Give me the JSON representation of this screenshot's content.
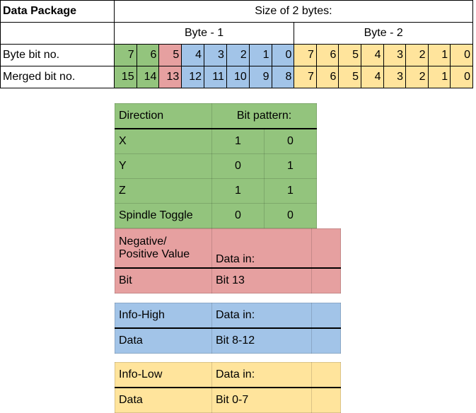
{
  "package_table": {
    "row1": {
      "label": "Data Package",
      "size_label": "Size of 2 bytes:"
    },
    "row2": {
      "byte1": "Byte - 1",
      "byte2": "Byte - 2"
    },
    "row3": {
      "label": "Byte bit no.",
      "byte1_bits": [
        "7",
        "6",
        "5",
        "4",
        "3",
        "2",
        "1",
        "0"
      ],
      "byte2_bits": [
        "7",
        "6",
        "5",
        "4",
        "3",
        "2",
        "1",
        "0"
      ]
    },
    "row4": {
      "label": "Merged bit no.",
      "byte1_bits": [
        "15",
        "14",
        "13",
        "12",
        "11",
        "10",
        "9",
        "8"
      ],
      "byte2_bits": [
        "7",
        "6",
        "5",
        "4",
        "3",
        "2",
        "1",
        "0"
      ]
    },
    "bit_colors": {
      "byte1": [
        "green",
        "green",
        "pink",
        "blue",
        "blue",
        "blue",
        "blue",
        "blue"
      ],
      "byte2": [
        "yellow",
        "yellow",
        "yellow",
        "yellow",
        "yellow",
        "yellow",
        "yellow",
        "yellow"
      ]
    }
  },
  "legend_direction": {
    "color": "#93c47d",
    "header": {
      "col_a": "Direction",
      "col_b": "Bit pattern:",
      "col_c": ""
    },
    "rows": [
      {
        "col_a": "X",
        "col_b": "1",
        "col_c": "0"
      },
      {
        "col_a": "Y",
        "col_b": "0",
        "col_c": "1"
      },
      {
        "col_a": "Z",
        "col_b": "1",
        "col_c": "1"
      },
      {
        "col_a": "Spindle Toggle",
        "col_b": "0",
        "col_c": "0"
      }
    ]
  },
  "legend_sign": {
    "color": "#e6a0a0",
    "header": {
      "col_a": "Negative/\nPositive Value",
      "col_b": "Data in:",
      "col_c": ""
    },
    "rows": [
      {
        "col_a": "Bit",
        "col_b": "Bit 13",
        "col_c": ""
      }
    ]
  },
  "legend_info_high": {
    "color": "#a2c4e8",
    "header": {
      "col_a": "Info-High",
      "col_b": "Data in:",
      "col_c": ""
    },
    "rows": [
      {
        "col_a": "Data",
        "col_b": "Bit 8-12",
        "col_c": ""
      }
    ]
  },
  "legend_info_low": {
    "color": "#ffe49c",
    "header": {
      "col_a": "Info-Low",
      "col_b": "Data in:",
      "col_c": ""
    },
    "rows": [
      {
        "col_a": "Data",
        "col_b": "Bit 0-7",
        "col_c": ""
      }
    ]
  },
  "palette": {
    "green": "#93c47d",
    "pink": "#e6a0a0",
    "blue": "#a2c4e8",
    "yellow": "#ffe49c",
    "grid": "#e6e6e6",
    "border": "#000000"
  }
}
